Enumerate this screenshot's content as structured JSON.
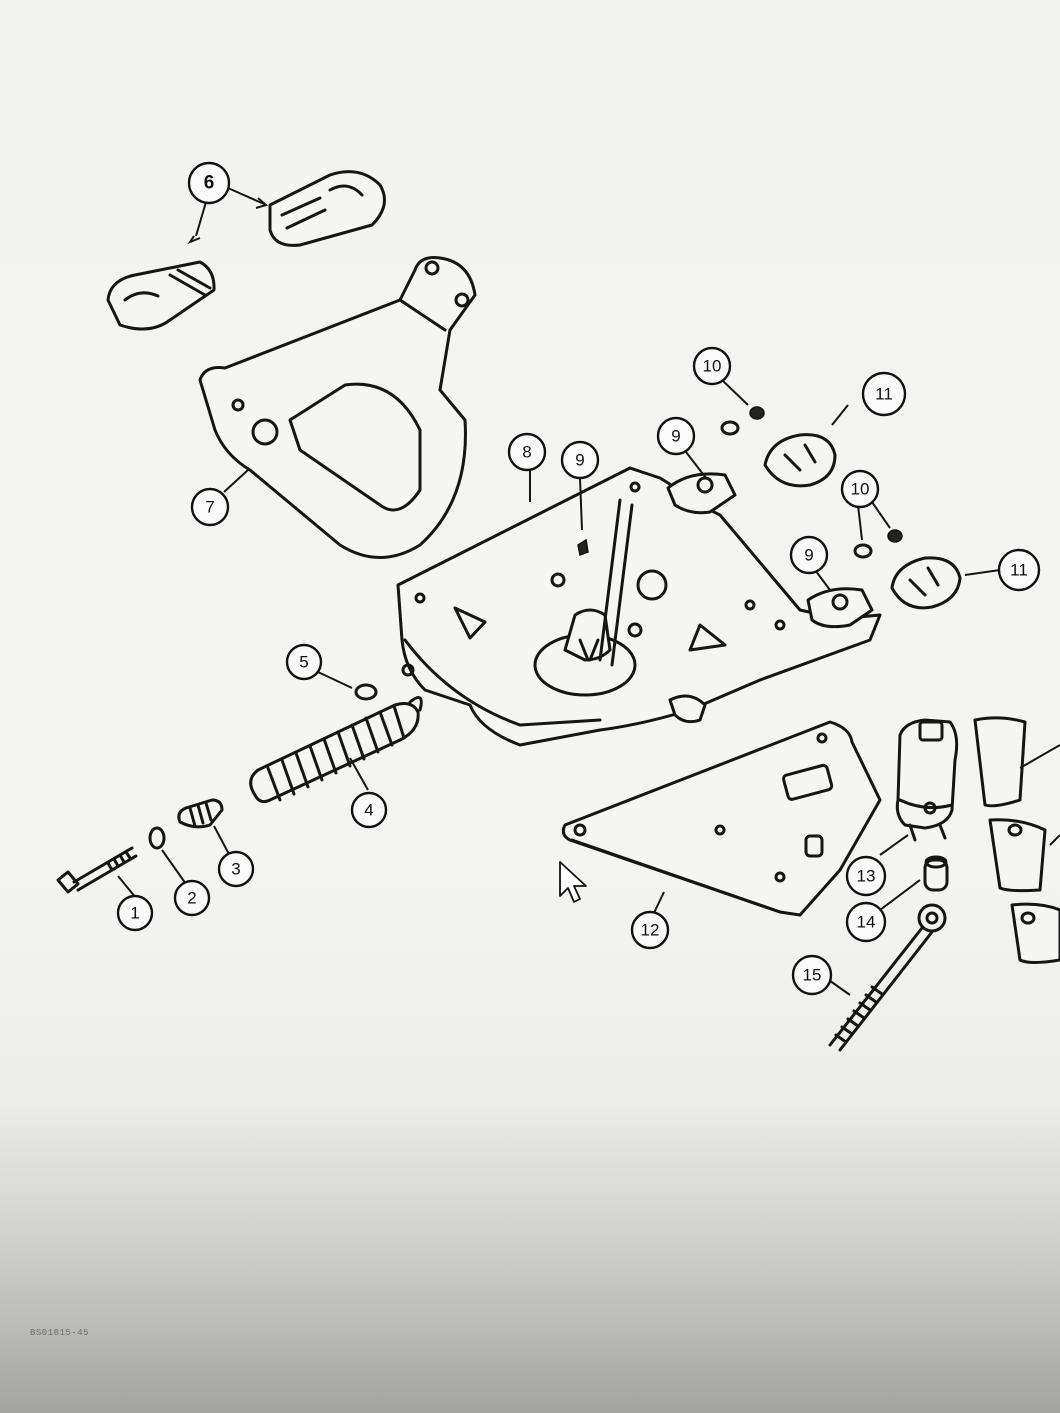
{
  "diagram": {
    "callouts": [
      {
        "id": "c1",
        "label": "1"
      },
      {
        "id": "c2",
        "label": "2"
      },
      {
        "id": "c3",
        "label": "3"
      },
      {
        "id": "c4",
        "label": "4"
      },
      {
        "id": "c5",
        "label": "5"
      },
      {
        "id": "c6",
        "label": "6"
      },
      {
        "id": "c7",
        "label": "7"
      },
      {
        "id": "c8",
        "label": "8"
      },
      {
        "id": "c9a",
        "label": "9"
      },
      {
        "id": "c9b",
        "label": "9"
      },
      {
        "id": "c9c",
        "label": "9"
      },
      {
        "id": "c10a",
        "label": "10"
      },
      {
        "id": "c10b",
        "label": "10"
      },
      {
        "id": "c11a",
        "label": "11"
      },
      {
        "id": "c11b",
        "label": "11"
      },
      {
        "id": "c12",
        "label": "12"
      },
      {
        "id": "c13",
        "label": "13"
      },
      {
        "id": "c14",
        "label": "14"
      },
      {
        "id": "c15",
        "label": "15"
      }
    ],
    "ref_code": "BS01815-45"
  }
}
